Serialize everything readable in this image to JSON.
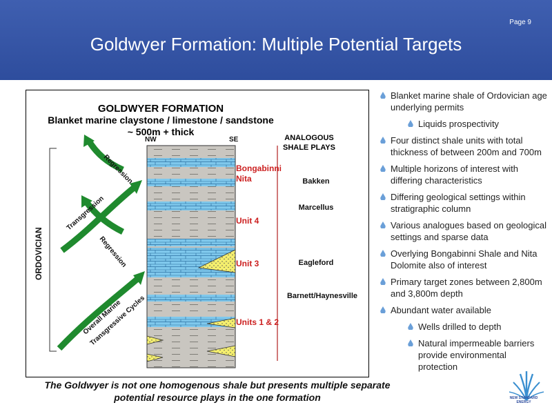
{
  "header": {
    "page": "Page 9",
    "title": "Goldwyer Formation: Multiple Potential Targets"
  },
  "figure": {
    "title_line1": "GOLDWYER FORMATION",
    "title_line2": "Blanket marine claystone / limestone / sandstone",
    "title_line3": "~ 500m + thick",
    "nw": "NW",
    "se": "SE",
    "era": "ORDOVICIAN",
    "arrows": [
      "Regression",
      "Transgression",
      "Regression",
      "Overall Marine Transgressive Cycles"
    ],
    "units": {
      "bongabinni": "Bongabinni",
      "nita": "Nita",
      "unit4": "Unit 4",
      "unit3": "Unit 3",
      "unit12": "Units 1 & 2"
    },
    "analogous_header": "ANALOGOUS SHALE PLAYS",
    "analogues": [
      "Bakken",
      "Marcellus",
      "Eagleford",
      "Barnett/Haynesville"
    ],
    "colors": {
      "arrow": "#1f8a2e",
      "limestone": "#7fc8ec",
      "shale": "#c9c6c0",
      "sand": "#f5ef6e",
      "unit_label": "#cc2020"
    }
  },
  "caption": "The Goldwyer is not one homogenous shale but presents multiple separate potential resource plays in the one formation",
  "bullets": [
    {
      "text": "Blanket marine shale of Ordovician age underlying permits",
      "level": 1
    },
    {
      "text": "Liquids prospectivity",
      "level": 2
    },
    {
      "text": "Four distinct shale units with total thickness of between 200m and 700m",
      "level": 1
    },
    {
      "text": "Multiple horizons of interest with differing characteristics",
      "level": 1
    },
    {
      "text": "Differing geological settings within stratigraphic column",
      "level": 1
    },
    {
      "text": "Various analogues based on geological settings and sparse data",
      "level": 1
    },
    {
      "text": "Overlying Bongabinni Shale and Nita Dolomite also of interest",
      "level": 1
    },
    {
      "text": "Primary target zones between 2,800m and 3,800m depth",
      "level": 1
    },
    {
      "text": "Abundant water available",
      "level": 1
    },
    {
      "text": "Wells drilled to depth",
      "level": 2
    },
    {
      "text": "Natural impermeable barriers provide environmental protection",
      "level": 2
    }
  ],
  "logo": {
    "line1": "NEW STANDARD",
    "line2": "ENERGY"
  }
}
